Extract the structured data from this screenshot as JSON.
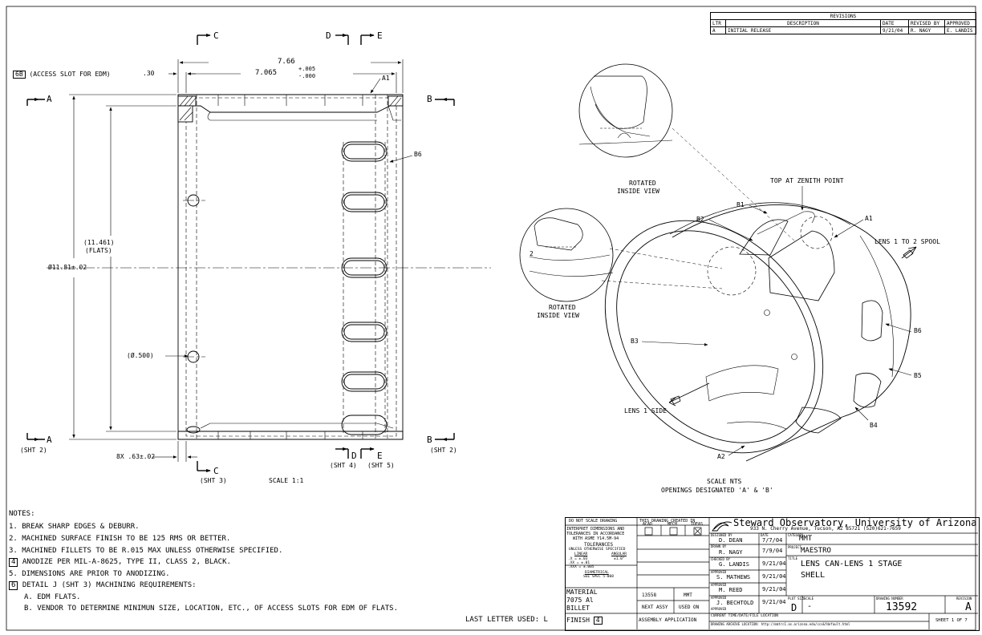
{
  "revisions": {
    "title": "REVISIONS",
    "headers": [
      "LTR",
      "DESCRIPTION",
      "DATE",
      "REVISED BY",
      "APPROVED"
    ],
    "rows": [
      [
        "A",
        "INITIAL RELEASE",
        "9/21/04",
        "R. NAGY",
        "E. LANDIS"
      ]
    ]
  },
  "views": {
    "sec_c": "C",
    "sec_d": "D",
    "sec_e": "E",
    "sec_a": "A",
    "sec_b": "B",
    "sht2": "(SHT 2)",
    "sht3": "(SHT 3)",
    "sht4": "(SHT 4)",
    "sht5": "(SHT 5)",
    "scale": "SCALE 1:1"
  },
  "dims": {
    "access_tag": "6B",
    "access": "(ACCESS SLOT FOR EDM)",
    "d30": ".30",
    "d766": "7.66",
    "d7065": "7.065",
    "tol_plus": "+.005",
    "tol_minus": "-.000",
    "flats": "(11.461)",
    "flats2": "(FLATS)",
    "dia": "Ø11.81±.02",
    "hole": "(Ø.500)",
    "bx": "8X .63±.02"
  },
  "iso": {
    "a1": "A1",
    "b6": "B6",
    "rotated1": "ROTATED",
    "inside1": "INSIDE VIEW",
    "rotated2": "ROTATED",
    "inside2": "INSIDE VIEW",
    "top": "TOP AT ZENITH POINT",
    "b1": "B1",
    "b2": "B2",
    "spool": "LENS 1 TO 2 SPOOL",
    "b3": "B3",
    "b5": "B5",
    "lens1": "LENS 1 SIDE",
    "b4": "B4",
    "a2": "A2",
    "scale_nts": "SCALE NTS",
    "openings": "OPENINGS DESIGNATED 'A' & 'B'",
    "iso_a1": "A1",
    "iso_b6": "B6",
    "two": "2"
  },
  "notes": {
    "title": "NOTES:",
    "items": [
      "1. BREAK SHARP EDGES & DEBURR.",
      "2. MACHINED SURFACE FINISH TO BE 125 RMS OR BETTER.",
      "3. MACHINED FILLETS TO BE R.015 MAX UNLESS OTHERWISE SPECIFIED.",
      "ANODIZE PER MIL-A-8625, TYPE II, CLASS 2, BLACK.",
      "5. DIMENSIONS ARE PRIOR TO ANODIZING.",
      "DETAIL J (SHT 3) MACHINING REQUIREMENTS:",
      "A. EDM FLATS.",
      "B. VENDOR TO DETERMINE MINIMUN SIZE, LOCATION, ETC., OF ACCESS SLOTS FOR EDM OF FLATS."
    ],
    "n4": "4",
    "n6": "6",
    "last_letter": "LAST LETTER USED: L"
  },
  "title_block": {
    "dont_scale": "DO NOT SCALE DRAWING",
    "interpret": "INTERPRET DIMENSIONS AND",
    "interpret2": "TOLERANCES IN ACCORDANCE",
    "interpret3": "WITH ASME Y14.5M-94",
    "tolerances": "TOLERANCES",
    "unless": "UNLESS OTHERWISE SPECIFIED",
    "linear": "LINEAR",
    "angular": "ANGULAR",
    "t1": ".X = ±.03",
    "t2": ".XX = ±.01",
    "t3": ".XXX = ±.005",
    "tang": "±1.0°",
    "diametrical": "DIAMETRICAL",
    "see_spec": "SEE SPEC 5-008",
    "created_in": "THIS DRAWING CREATED IN",
    "acad": "ACAD",
    "mech": "MECH",
    "ideas": "IDEAS",
    "ideas_mark": "X",
    "material_lbl": "MATERIAL",
    "material1": "7075 Al",
    "material2": "BILLET",
    "finish": "FINISH",
    "finish_note": "4",
    "part_no": "13558",
    "mmt": "MMT",
    "next_assy": "NEXT ASSY",
    "used_on": "USED ON",
    "assy_app": "ASSEMBLY APPLICATION",
    "company": "Steward Observatory, University of Arizona",
    "address": "933 N. Cherry Avenue, Tucson, AZ  85721  (520)621-7659",
    "designed_lbl": "DESIGNED BY",
    "designed": "D. DEAN",
    "designed_date": "7/7/04",
    "drawn_lbl": "DRAWN BY",
    "drawn": "R. NAGY",
    "drawn_date": "7/9/04",
    "checked_lbl": "CHECKED BY",
    "checked": "G. LANDIS",
    "checked_date": "9/21/04",
    "approved_lbl": "APPROVED",
    "approved1": "S. MATHEWS",
    "approved1_date": "9/21/04",
    "approved2": "M. REED",
    "approved2_date": "9/21/04",
    "approved3": "J. BECHTOLD",
    "approved3_date": "9/21/04",
    "approved4_lbl": "APPROVED",
    "date_lbl": "DATE",
    "category_lbl": "CATEGORY",
    "category": "MMT",
    "project_lbl": "PROJECT",
    "project": "MAESTRO",
    "title_lbl": "TITLE",
    "title1": "LENS CAN-LENS 1 STAGE",
    "title2": "SHELL",
    "plot_size_lbl": "PLOT SIZE",
    "plot_size": "D",
    "scale_lbl": "SCALE",
    "scale": "-",
    "drawing_no_lbl": "DRAWING NUMBER",
    "drawing_no": "13592",
    "revision_lbl": "REVISION",
    "revision": "A",
    "current_time": "CURRENT TIME/DATE/FILE LOCATION",
    "archive": "DRAWING ARCHIVE LOCATION: http://mmtrc1.as.arizona.edu/ccs&fdefault.html",
    "sheet": "SHEET 1 OF 7"
  }
}
